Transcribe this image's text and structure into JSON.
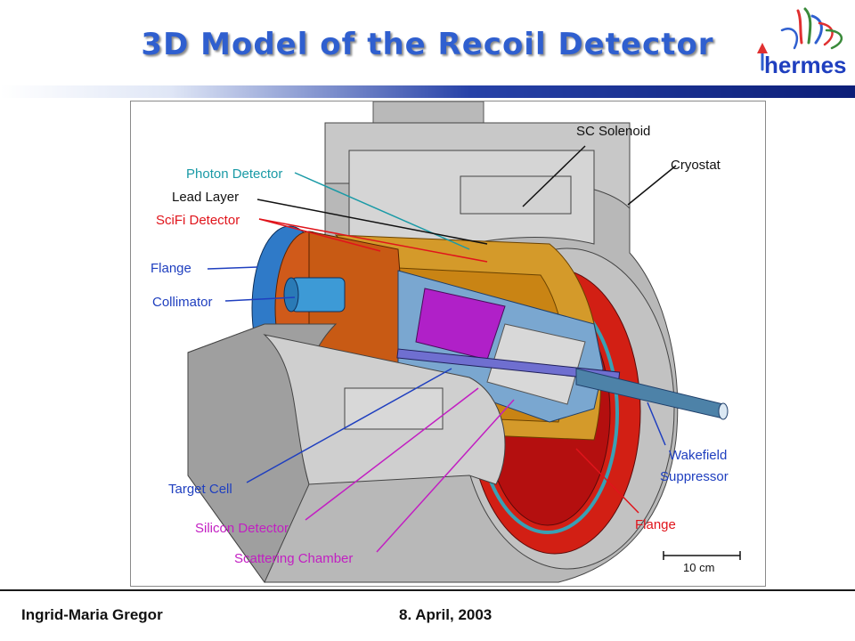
{
  "slide": {
    "title": "3D Model of the Recoil Detector",
    "logo_text": "hermes",
    "footer_author": "Ingrid-Maria Gregor",
    "footer_date": "8. April, 2003"
  },
  "diagram": {
    "labels": {
      "sc_solenoid": "SC Solenoid",
      "cryostat": "Cryostat",
      "photon_detector": "Photon Detector",
      "lead_layer": "Lead Layer",
      "scifi_detector": "SciFi Detector",
      "flange_left": "Flange",
      "collimator": "Collimator",
      "wakefield_1": "Wakefield",
      "wakefield_2": "Suppressor",
      "flange_right": "Flange",
      "target_cell": "Target Cell",
      "silicon_detector": "Silicon Detector",
      "scattering_chamber": "Scattering Chamber",
      "scale": "10 cm"
    },
    "colors": {
      "title": "#2f5fcf",
      "photon_label": "#1a9aa6",
      "scifi_label": "#e0141b",
      "flange_label": "#1f3fbf",
      "target_label": "#1f3fbf",
      "silicon_label": "#c21fc2",
      "scattering_label": "#c21fc2",
      "wakefield_label": "#1f3fbf",
      "flange_right_label": "#e0141b"
    }
  }
}
